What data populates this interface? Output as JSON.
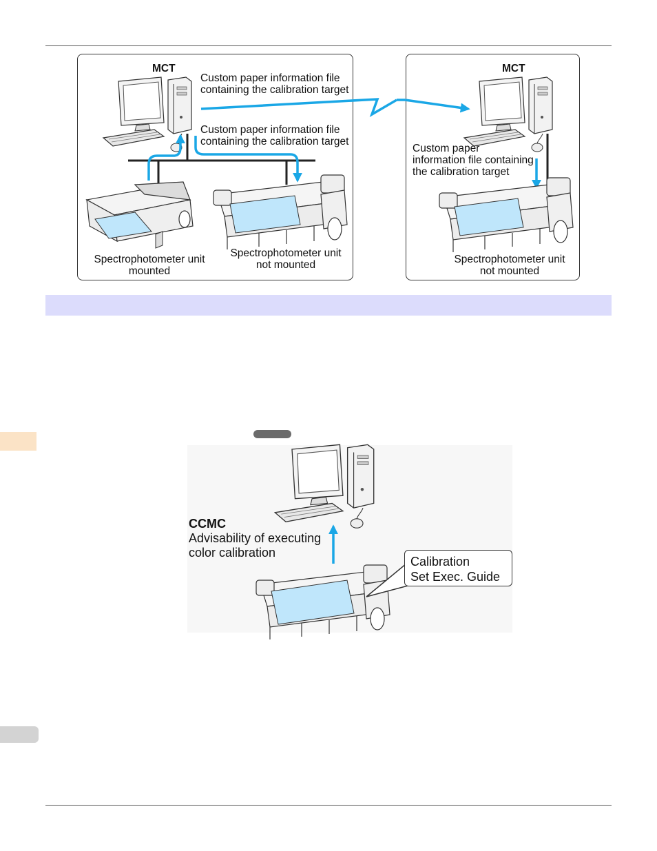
{
  "colors": {
    "arrow": "#1aa7e6",
    "paper": "#bfe6fb",
    "section_band": "#dcdcfc",
    "side_tab_upper": "#fbe3c6",
    "side_tab_lower": "#d3d3d3"
  },
  "figure1": {
    "left_panel": {
      "computer_label": "MCT",
      "file_label_top": [
        "Custom paper information file",
        "containing the calibration target"
      ],
      "file_label_bottom": [
        "Custom paper information file",
        "containing the calibration target"
      ],
      "printer_mounted_label": [
        "Spectrophotometer unit",
        "mounted"
      ],
      "printer_not_mounted_label": [
        "Spectrophotometer unit",
        "not mounted"
      ]
    },
    "right_panel": {
      "computer_label": "MCT",
      "file_label": [
        "Custom paper",
        "information file containing",
        "the calibration target"
      ],
      "printer_label": [
        "Spectrophotometer unit",
        "not mounted"
      ]
    }
  },
  "figure2": {
    "title": "CCMC",
    "description": [
      "Advisability of executing",
      "color calibration"
    ],
    "callout": [
      "Calibration",
      "Set Exec. Guide"
    ]
  },
  "icons": [
    "computer-icon",
    "printer-icon",
    "arrow-icon",
    "network-line"
  ]
}
